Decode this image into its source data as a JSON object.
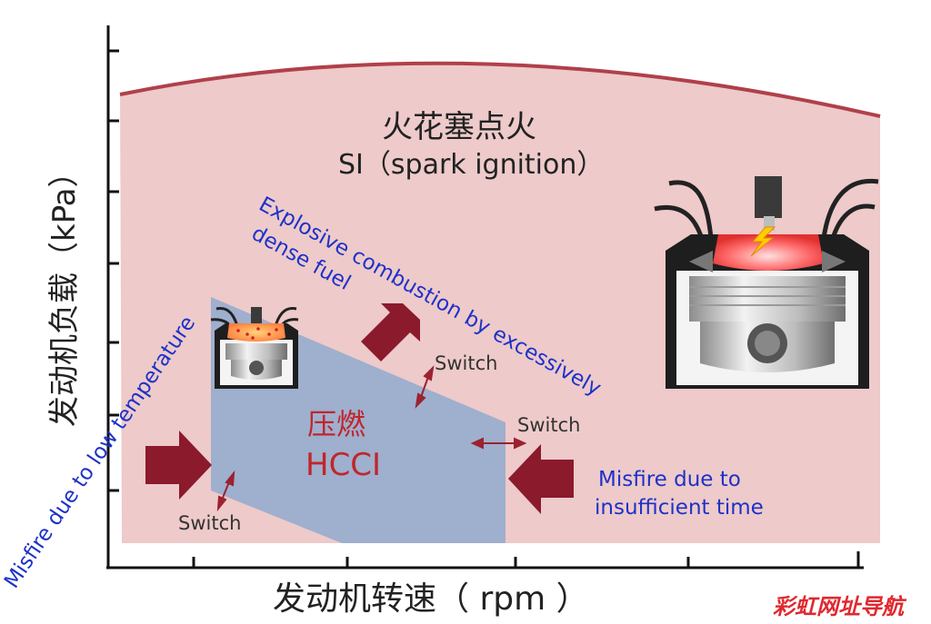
{
  "si": {
    "title_cn": "火花塞点火",
    "title_en": "SI（spark ignition）"
  },
  "hcci": {
    "title_cn": "压燃",
    "title_en": "HCCI"
  },
  "switch_labels": [
    "Switch",
    "Switch",
    "Switch"
  ],
  "annotations": {
    "explosive_line1": "Explosive combustion by excessively",
    "explosive_line2": "dense fuel",
    "misfire_low_temp": "Misfire due to low temperature",
    "misfire_time_line1": "Misfire due to",
    "misfire_time_line2": "insufficient time"
  },
  "axes": {
    "y_label": "发动机负载（kPa）",
    "x_label": "发动机转速（ rpm ）"
  },
  "watermark": "彩虹网址导航",
  "colors": {
    "si_region": "#eecaca",
    "hcci_region": "#9fafce",
    "boundary_line": "#b0404a",
    "arrow": "#8b1a2c",
    "annotation_blue": "#1d32c8",
    "hcci_text": "#c0262b"
  },
  "icons": [
    "engine-cylinder-si-icon",
    "engine-cylinder-hcci-icon",
    "spark-bolt-icon"
  ]
}
